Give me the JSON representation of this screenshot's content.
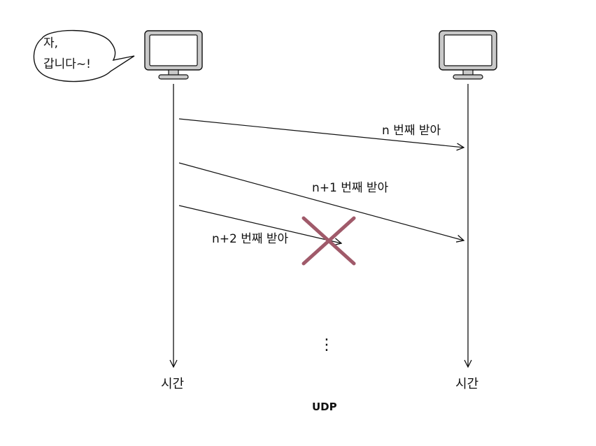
{
  "speech_bubble": {
    "lines": [
      "자,",
      "갑니다~!"
    ]
  },
  "messages": [
    {
      "label": "n 번째 받아",
      "lost": false
    },
    {
      "label": "n+1 번째 받아",
      "lost": false
    },
    {
      "label": "n+2 번째 받아",
      "lost": true
    }
  ],
  "continuation_mark": "⋮",
  "timeline_labels": {
    "sender": "시간",
    "receiver": "시간"
  },
  "caption": "UDP",
  "colors": {
    "line": "#111111",
    "monitor_fill": "#c9c9c9",
    "screen_fill": "#ffffff",
    "loss_cross": "#a05a6a"
  },
  "icons": {
    "sender": "monitor-icon",
    "receiver": "monitor-icon",
    "loss": "cross-icon"
  }
}
